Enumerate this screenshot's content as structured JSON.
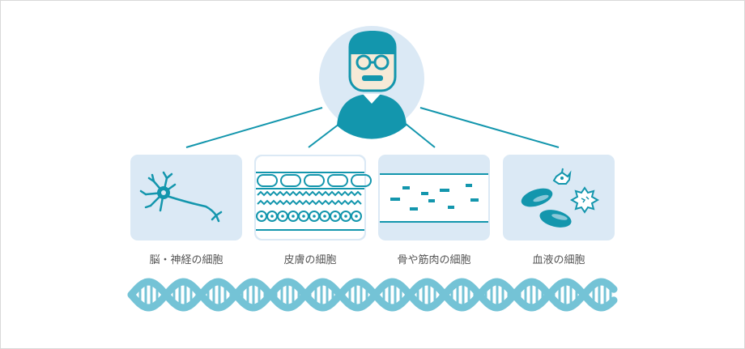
{
  "colors": {
    "primary": "#1396ad",
    "panel": "#dbe9f5",
    "helix": "#74c3d6",
    "skin": "#f6ead7",
    "text": "#555555"
  },
  "cells": [
    {
      "label": "脳・神経の細胞",
      "icon": "neuron-icon"
    },
    {
      "label": "皮膚の細胞",
      "icon": "skin-cells-icon"
    },
    {
      "label": "骨や筋肉の細胞",
      "icon": "muscle-fiber-icon"
    },
    {
      "label": "血液の細胞",
      "icon": "blood-cells-icon"
    }
  ],
  "person": {
    "icon": "person-with-glasses-icon"
  },
  "dna": {
    "icon": "dna-helix-icon"
  }
}
